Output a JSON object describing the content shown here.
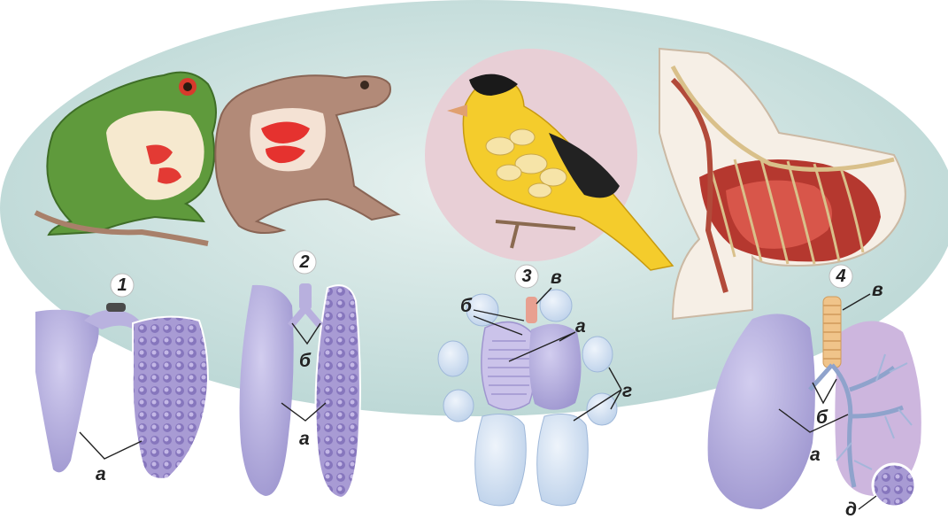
{
  "panels": [
    {
      "number": "1",
      "labels": {
        "a": "а"
      }
    },
    {
      "number": "2",
      "labels": {
        "a": "а",
        "b": "б"
      }
    },
    {
      "number": "3",
      "labels": {
        "a": "а",
        "b": "б",
        "v": "в",
        "g": "г"
      }
    },
    {
      "number": "4",
      "labels": {
        "a": "а",
        "b": "б",
        "v": "в",
        "d": "д"
      }
    }
  ],
  "colors": {
    "background_oval": "#cfe3e1",
    "lung": "#b6b0dc",
    "air_sac": "#cfe0f3",
    "trachea": "#f0c48a"
  }
}
